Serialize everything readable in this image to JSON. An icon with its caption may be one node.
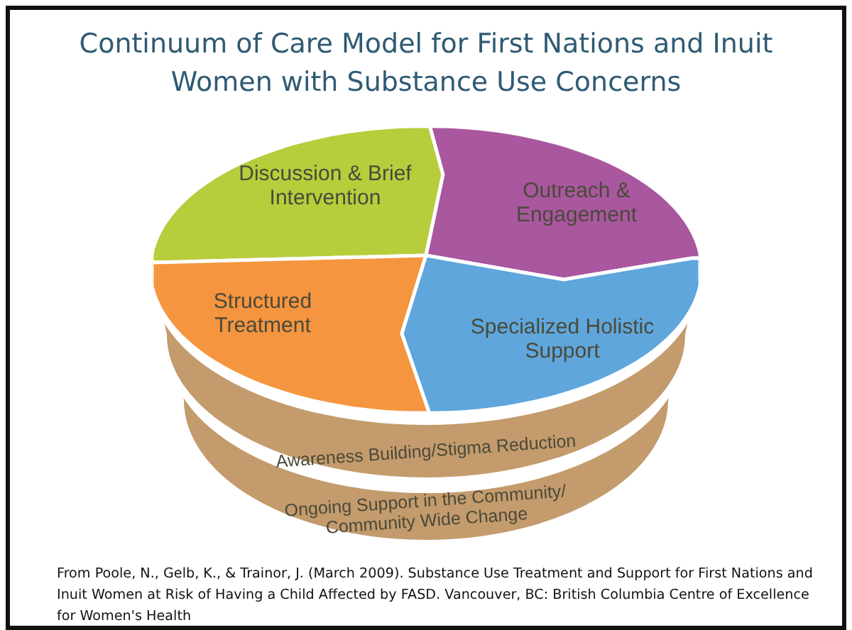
{
  "diagram": {
    "title": "Continuum of Care Model for First Nations and Inuit Women with Substance Use Concerns",
    "nodes": [
      {
        "text": [
          "Discussion & Brief Intervention"
        ]
      },
      {
        "text": [
          "Outreach & Engagement"
        ]
      },
      {
        "text": [
          "Structured Treatment"
        ]
      },
      {
        "text": [
          "Specialized Holistic Support"
        ]
      },
      {
        "text": [
          "Awareness Building/Stigma Reduction"
        ]
      },
      {
        "text": [
          "Ongoing Support in the Community/ Community Wide Change"
        ]
      }
    ],
    "caption": "From Poole, N., Gelb, K., & Trainor, J. (March 2009). Substance Use Treatment and Support for First Nations and Inuit Women at Risk of Having a Child Affected by FASD. Vancouver, BC: British Columbia Centre of Excellence for Women's Health"
  }
}
